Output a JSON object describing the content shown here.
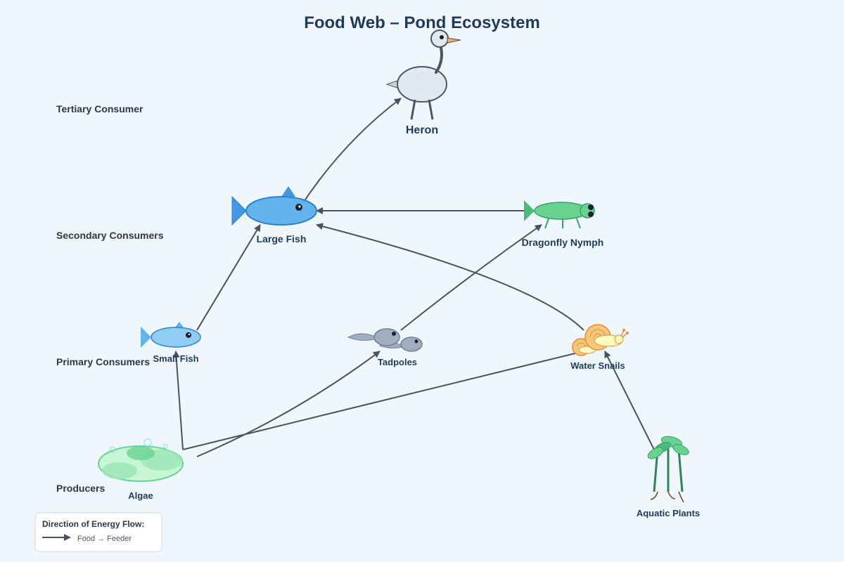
{
  "title": "Food Web – Pond Ecosystem",
  "levels": {
    "tertiary": "Tertiary Consumer",
    "secondary": "Secondary Consumers",
    "primary": "Primary Consumers",
    "producers": "Producers"
  },
  "organisms": {
    "heron": "Heron",
    "large_fish": "Large Fish",
    "dragonfly_nymph": "Dragonfly Nymph",
    "small_fish": "Small Fish",
    "tadpoles": "Tadpoles",
    "water_snails": "Water Snails",
    "algae": "Algae",
    "aquatic_plants": "Aquatic Plants"
  },
  "energy_flows": [
    {
      "from": "Algae",
      "to": "Small Fish"
    },
    {
      "from": "Algae",
      "to": "Tadpoles"
    },
    {
      "from": "Algae",
      "to": "Water Snails"
    },
    {
      "from": "Aquatic Plants",
      "to": "Water Snails"
    },
    {
      "from": "Small Fish",
      "to": "Large Fish"
    },
    {
      "from": "Tadpoles",
      "to": "Dragonfly Nymph"
    },
    {
      "from": "Water Snails",
      "to": "Large Fish"
    },
    {
      "from": "Dragonfly Nymph",
      "to": "Large Fish"
    },
    {
      "from": "Large Fish",
      "to": "Heron"
    }
  ],
  "legend": {
    "title": "Direction of Energy Flow:",
    "text": "Food → Feeder"
  },
  "colors": {
    "background": "#f0f7fc",
    "arrow": "#4a5260",
    "title": "#1e3a5f",
    "fish_blue": "#63b3ed",
    "nymph_green": "#68d391",
    "snail_orange": "#f6c97a",
    "heron_grey": "#e2e8f0"
  }
}
